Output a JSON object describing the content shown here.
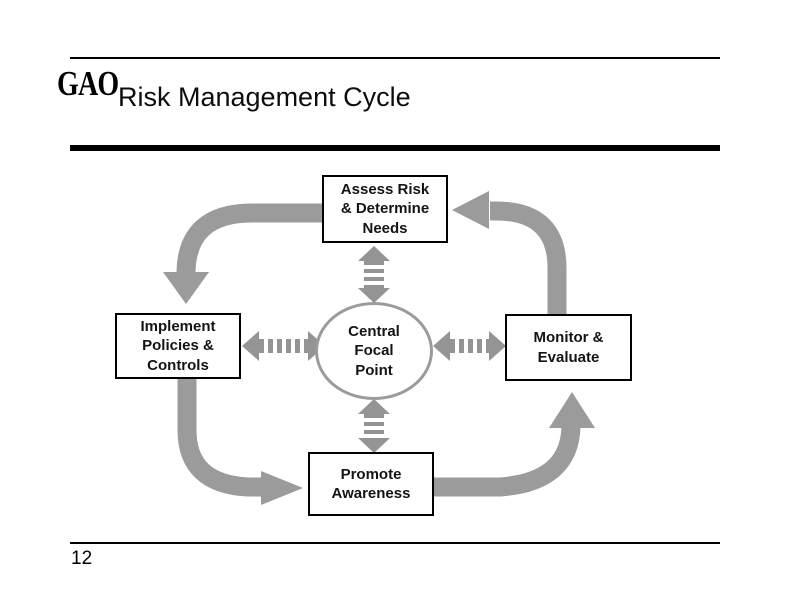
{
  "slide": {
    "logo_text": "GAO",
    "title": "Risk Management Cycle",
    "page_number": "12"
  },
  "diagram": {
    "hub": {
      "label": "Central\nFocal\nPoint"
    },
    "nodes": {
      "assess": {
        "label": "Assess Risk\n& Determine\nNeeds"
      },
      "implement": {
        "label": "Implement\nPolicies &\nControls"
      },
      "monitor": {
        "label": "Monitor &\nEvaluate"
      },
      "promote": {
        "label": "Promote\nAwareness"
      }
    },
    "cycle_order": [
      "Assess Risk & Determine Needs",
      "Implement Policies & Controls",
      "Promote Awareness",
      "Monitor & Evaluate"
    ],
    "connections": [
      {
        "from": "Assess Risk & Determine Needs",
        "to": "Implement Policies & Controls",
        "type": "curved-arrow"
      },
      {
        "from": "Implement Policies & Controls",
        "to": "Promote Awareness",
        "type": "curved-arrow"
      },
      {
        "from": "Promote Awareness",
        "to": "Monitor & Evaluate",
        "type": "curved-arrow"
      },
      {
        "from": "Monitor & Evaluate",
        "to": "Assess Risk & Determine Needs",
        "type": "curved-arrow"
      },
      {
        "from": "Central Focal Point",
        "to": "Assess Risk & Determine Needs",
        "type": "double-headed-striped-arrow"
      },
      {
        "from": "Central Focal Point",
        "to": "Implement Policies & Controls",
        "type": "double-headed-striped-arrow"
      },
      {
        "from": "Central Focal Point",
        "to": "Monitor & Evaluate",
        "type": "double-headed-striped-arrow"
      },
      {
        "from": "Central Focal Point",
        "to": "Promote Awareness",
        "type": "double-headed-striped-arrow"
      }
    ]
  },
  "colors": {
    "arrow_gray": "#9b9b9b",
    "box_border": "#000000",
    "background": "#ffffff"
  }
}
